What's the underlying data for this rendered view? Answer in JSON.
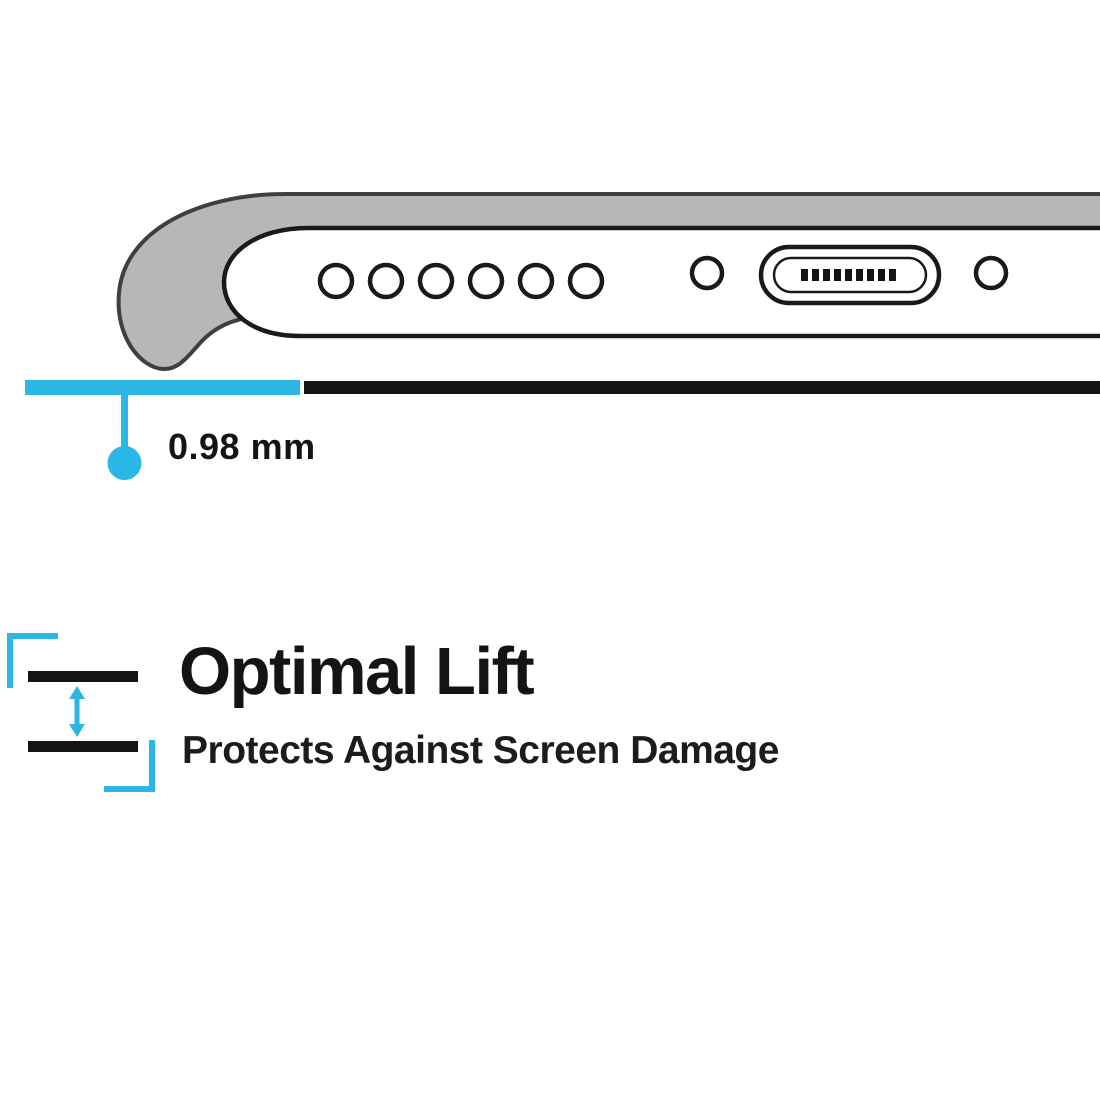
{
  "measurement": {
    "label": "0.98 mm"
  },
  "feature": {
    "title": "Optimal Lift",
    "subtitle": "Protects Against Screen Damage"
  },
  "colors": {
    "accent_cyan": "#2BB6E5",
    "ink_black": "#141414",
    "case_gray": "#B7B7B7",
    "case_outline_gray": "#3F3F3F"
  },
  "icons": {
    "lift_icon": "vertical-double-arrow-between-plates",
    "measurement_pin_icon": "cyan-drop-pin",
    "speaker_holes": "row-of-six-circles",
    "charging_port": "rounded-port-with-pins"
  }
}
